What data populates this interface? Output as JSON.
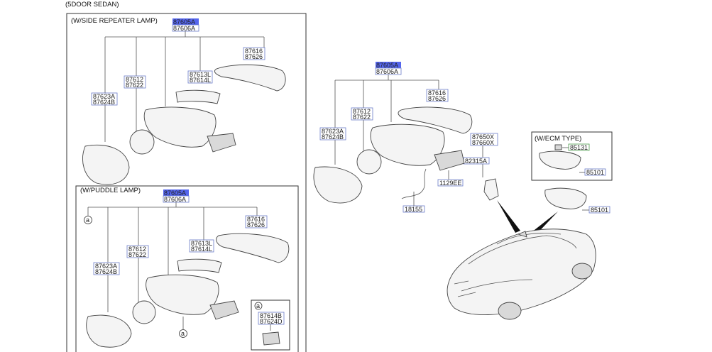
{
  "header": {
    "caption": "(5DOOR SEDAN)"
  },
  "panel_side_repeater": {
    "title": "(W/SIDE REPEATER LAMP)",
    "assy_top": "87605A",
    "assy_bottom": "87606A",
    "cover_a": "87616",
    "cover_b": "87626",
    "holder_a": "87612",
    "holder_b": "87622",
    "lamp_a": "87613L",
    "lamp_b": "87614L",
    "glass_a": "87623A",
    "glass_b": "87624B"
  },
  "panel_puddle": {
    "title": "(W/PUDDLE LAMP)",
    "assy_top": "87605A",
    "assy_bottom": "87606A",
    "cover_a": "87616",
    "cover_b": "87626",
    "holder_a": "87612",
    "holder_b": "87622",
    "lamp_a": "87613L",
    "lamp_b": "87614L",
    "glass_a": "87623A",
    "glass_b": "87624B",
    "ref_a": "a",
    "ref_a2": "a",
    "detail_ref": "a",
    "detail_a": "87614B",
    "detail_b": "87624D"
  },
  "center": {
    "assy_top": "87605A",
    "assy_bottom": "87606A",
    "cover_a": "87616",
    "cover_b": "87626",
    "holder_a": "87612",
    "holder_b": "87622",
    "glass_a": "87623A",
    "glass_b": "87624B",
    "garnish_a": "87650X",
    "garnish_b": "87660X",
    "bolt": "82315A",
    "screw": "1129EE",
    "harness": "18155"
  },
  "ecm": {
    "title": "(W/ECM TYPE)",
    "bulb": "85131",
    "mirror": "85101"
  },
  "inside_mirror": "85101"
}
